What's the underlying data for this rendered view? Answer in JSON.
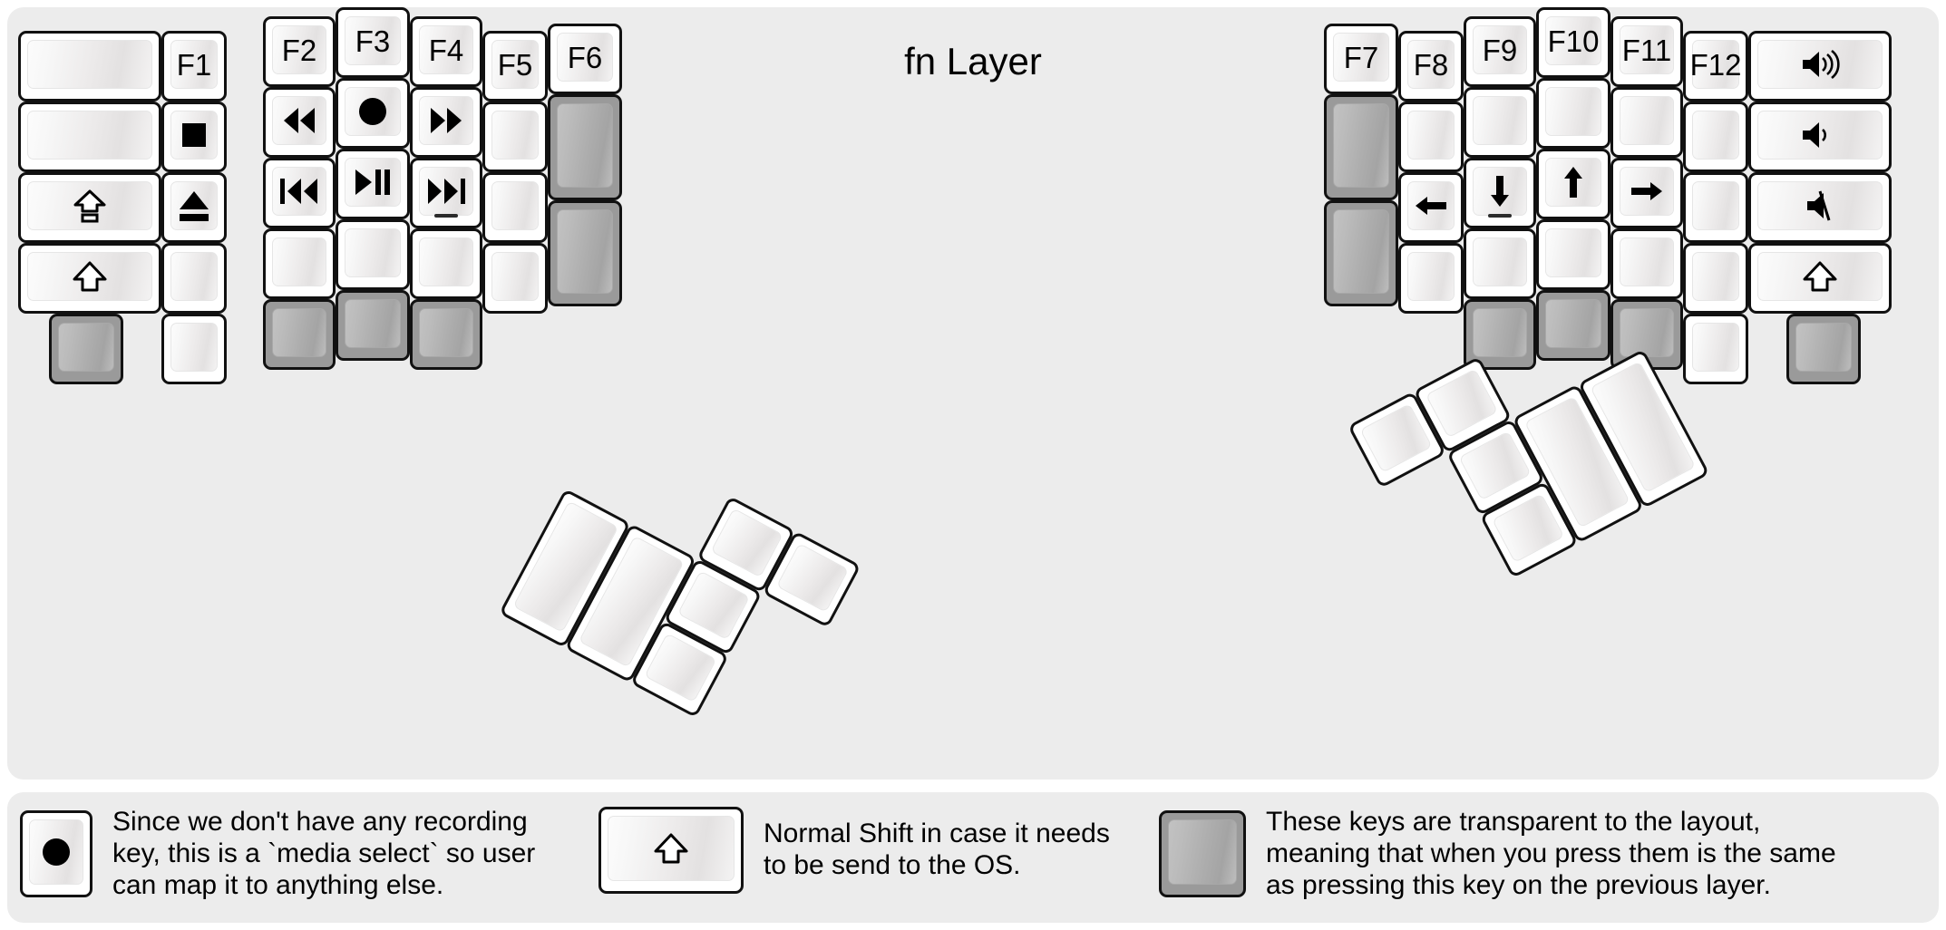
{
  "title": "fn Layer",
  "colors": {
    "panel_background": "#ececec",
    "key_face": "#ffffff",
    "key_border": "#111111",
    "transparent_key": "#9a9a9a",
    "text": "#000000"
  },
  "left_half": {
    "columns": [
      {
        "name": "col-outer",
        "keys": [
          {
            "label": "",
            "icon": "",
            "type": "normal",
            "size": "1.5u"
          },
          {
            "label": "",
            "icon": "",
            "type": "normal",
            "size": "1.5u"
          },
          {
            "label": "",
            "icon": "caps-lock-icon",
            "glyph": "⇪",
            "type": "normal",
            "size": "1.5u"
          },
          {
            "label": "",
            "icon": "shift-icon",
            "glyph": "⇧",
            "type": "normal",
            "size": "1.5u"
          },
          {
            "label": "",
            "icon": "",
            "type": "transparent",
            "size": "1u"
          }
        ]
      },
      {
        "name": "col-1",
        "keys": [
          {
            "label": "F1",
            "type": "normal"
          },
          {
            "label": "",
            "icon": "media-stop-icon",
            "glyph": "■",
            "type": "normal"
          },
          {
            "label": "",
            "icon": "media-eject-icon",
            "glyph": "⏏",
            "type": "normal"
          },
          {
            "label": "",
            "type": "normal"
          },
          {
            "label": "",
            "type": "normal"
          }
        ]
      },
      {
        "name": "col-2",
        "keys": [
          {
            "label": "F2",
            "type": "normal"
          },
          {
            "label": "",
            "icon": "media-rewind-icon",
            "glyph": "◀◀",
            "type": "normal"
          },
          {
            "label": "",
            "icon": "media-previous-track-icon",
            "glyph": "⏮",
            "type": "normal"
          },
          {
            "label": "",
            "type": "normal"
          },
          {
            "label": "",
            "type": "transparent"
          }
        ]
      },
      {
        "name": "col-3",
        "keys": [
          {
            "label": "F3",
            "type": "normal"
          },
          {
            "label": "",
            "icon": "media-record-icon",
            "glyph": "●",
            "type": "normal"
          },
          {
            "label": "",
            "icon": "media-play-pause-icon",
            "glyph": "▶‖",
            "type": "normal"
          },
          {
            "label": "",
            "type": "normal"
          },
          {
            "label": "",
            "type": "transparent"
          }
        ]
      },
      {
        "name": "col-4",
        "keys": [
          {
            "label": "F4",
            "type": "normal"
          },
          {
            "label": "",
            "icon": "media-fast-forward-icon",
            "glyph": "▶▶",
            "type": "normal"
          },
          {
            "label": "",
            "icon": "media-next-track-icon",
            "glyph": "⏭",
            "type": "normal",
            "homing": true
          },
          {
            "label": "",
            "type": "normal"
          },
          {
            "label": "",
            "type": "transparent"
          }
        ]
      },
      {
        "name": "col-5",
        "keys": [
          {
            "label": "F5",
            "type": "normal"
          },
          {
            "label": "",
            "type": "normal"
          },
          {
            "label": "",
            "type": "normal"
          },
          {
            "label": "",
            "type": "normal"
          }
        ]
      },
      {
        "name": "col-6",
        "keys": [
          {
            "label": "F6",
            "type": "normal",
            "size": "1u"
          },
          {
            "label": "",
            "type": "transparent",
            "size": "1.5u"
          },
          {
            "label": "",
            "type": "transparent",
            "size": "1.5u"
          }
        ]
      }
    ],
    "thumb_cluster": {
      "name": "left-thumb-cluster",
      "rotation_deg": 30,
      "keys": [
        {
          "label": "",
          "type": "normal",
          "size": "2u"
        },
        {
          "label": "",
          "type": "normal",
          "size": "2u"
        },
        {
          "label": "",
          "type": "normal",
          "size": "1u"
        },
        {
          "label": "",
          "type": "normal",
          "size": "1u"
        },
        {
          "label": "",
          "type": "normal",
          "size": "1u"
        },
        {
          "label": "",
          "type": "normal",
          "size": "1u"
        }
      ]
    }
  },
  "right_half": {
    "columns": [
      {
        "name": "col-7",
        "keys": [
          {
            "label": "F7",
            "type": "normal",
            "size": "1u"
          },
          {
            "label": "",
            "type": "transparent",
            "size": "1.5u"
          },
          {
            "label": "",
            "type": "transparent",
            "size": "1.5u"
          }
        ]
      },
      {
        "name": "col-8",
        "keys": [
          {
            "label": "F8",
            "type": "normal"
          },
          {
            "label": "",
            "type": "normal"
          },
          {
            "label": "",
            "icon": "arrow-left-icon",
            "glyph": "←",
            "type": "normal"
          },
          {
            "label": "",
            "type": "normal"
          }
        ]
      },
      {
        "name": "col-9",
        "keys": [
          {
            "label": "F9",
            "type": "normal"
          },
          {
            "label": "",
            "type": "normal"
          },
          {
            "label": "",
            "icon": "arrow-down-icon",
            "glyph": "↓",
            "type": "normal",
            "homing": true
          },
          {
            "label": "",
            "type": "normal"
          },
          {
            "label": "",
            "type": "transparent"
          }
        ]
      },
      {
        "name": "col-10",
        "keys": [
          {
            "label": "F10",
            "type": "normal"
          },
          {
            "label": "",
            "type": "normal"
          },
          {
            "label": "",
            "icon": "arrow-up-icon",
            "glyph": "↑",
            "type": "normal"
          },
          {
            "label": "",
            "type": "normal"
          },
          {
            "label": "",
            "type": "transparent"
          }
        ]
      },
      {
        "name": "col-11",
        "keys": [
          {
            "label": "F11",
            "type": "normal"
          },
          {
            "label": "",
            "type": "normal"
          },
          {
            "label": "",
            "icon": "arrow-right-icon",
            "glyph": "→",
            "type": "normal"
          },
          {
            "label": "",
            "type": "normal"
          },
          {
            "label": "",
            "type": "transparent"
          }
        ]
      },
      {
        "name": "col-12",
        "keys": [
          {
            "label": "F12",
            "type": "normal"
          },
          {
            "label": "",
            "type": "normal"
          },
          {
            "label": "",
            "type": "normal"
          },
          {
            "label": "",
            "type": "normal"
          },
          {
            "label": "",
            "type": "normal"
          }
        ]
      },
      {
        "name": "col-outer-right",
        "keys": [
          {
            "label": "",
            "icon": "volume-up-icon",
            "glyph": "🔊",
            "type": "normal",
            "size": "1.5u"
          },
          {
            "label": "",
            "icon": "volume-down-icon",
            "glyph": "🔉",
            "type": "normal",
            "size": "1.5u"
          },
          {
            "label": "",
            "icon": "volume-mute-icon",
            "glyph": "🔇",
            "type": "normal",
            "size": "1.5u"
          },
          {
            "label": "",
            "icon": "shift-icon",
            "glyph": "⇧",
            "type": "normal",
            "size": "1.5u"
          },
          {
            "label": "",
            "type": "transparent",
            "size": "1u"
          }
        ]
      }
    ],
    "thumb_cluster": {
      "name": "right-thumb-cluster",
      "rotation_deg": -30,
      "keys": [
        {
          "label": "",
          "type": "normal",
          "size": "1u"
        },
        {
          "label": "",
          "type": "normal",
          "size": "1u"
        },
        {
          "label": "",
          "type": "normal",
          "size": "1u"
        },
        {
          "label": "",
          "type": "normal",
          "size": "1u"
        },
        {
          "label": "",
          "type": "normal",
          "size": "2u"
        },
        {
          "label": "",
          "type": "normal",
          "size": "2u"
        }
      ]
    }
  },
  "legend": {
    "items": [
      {
        "key_icon": "media-record-icon",
        "key_glyph": "●",
        "key_type": "normal",
        "text": "Since we don't have any recording\nkey, this is a `media select` so user\ncan map it to anything else."
      },
      {
        "key_icon": "shift-icon",
        "key_glyph": "⇧",
        "key_type": "normal",
        "text": "Normal Shift in case it needs\nto be send to the OS."
      },
      {
        "key_icon": "",
        "key_glyph": "",
        "key_type": "transparent",
        "text": "These keys are transparent to the layout,\nmeaning that when you press them is the same\nas pressing this key on the previous layer."
      }
    ]
  }
}
